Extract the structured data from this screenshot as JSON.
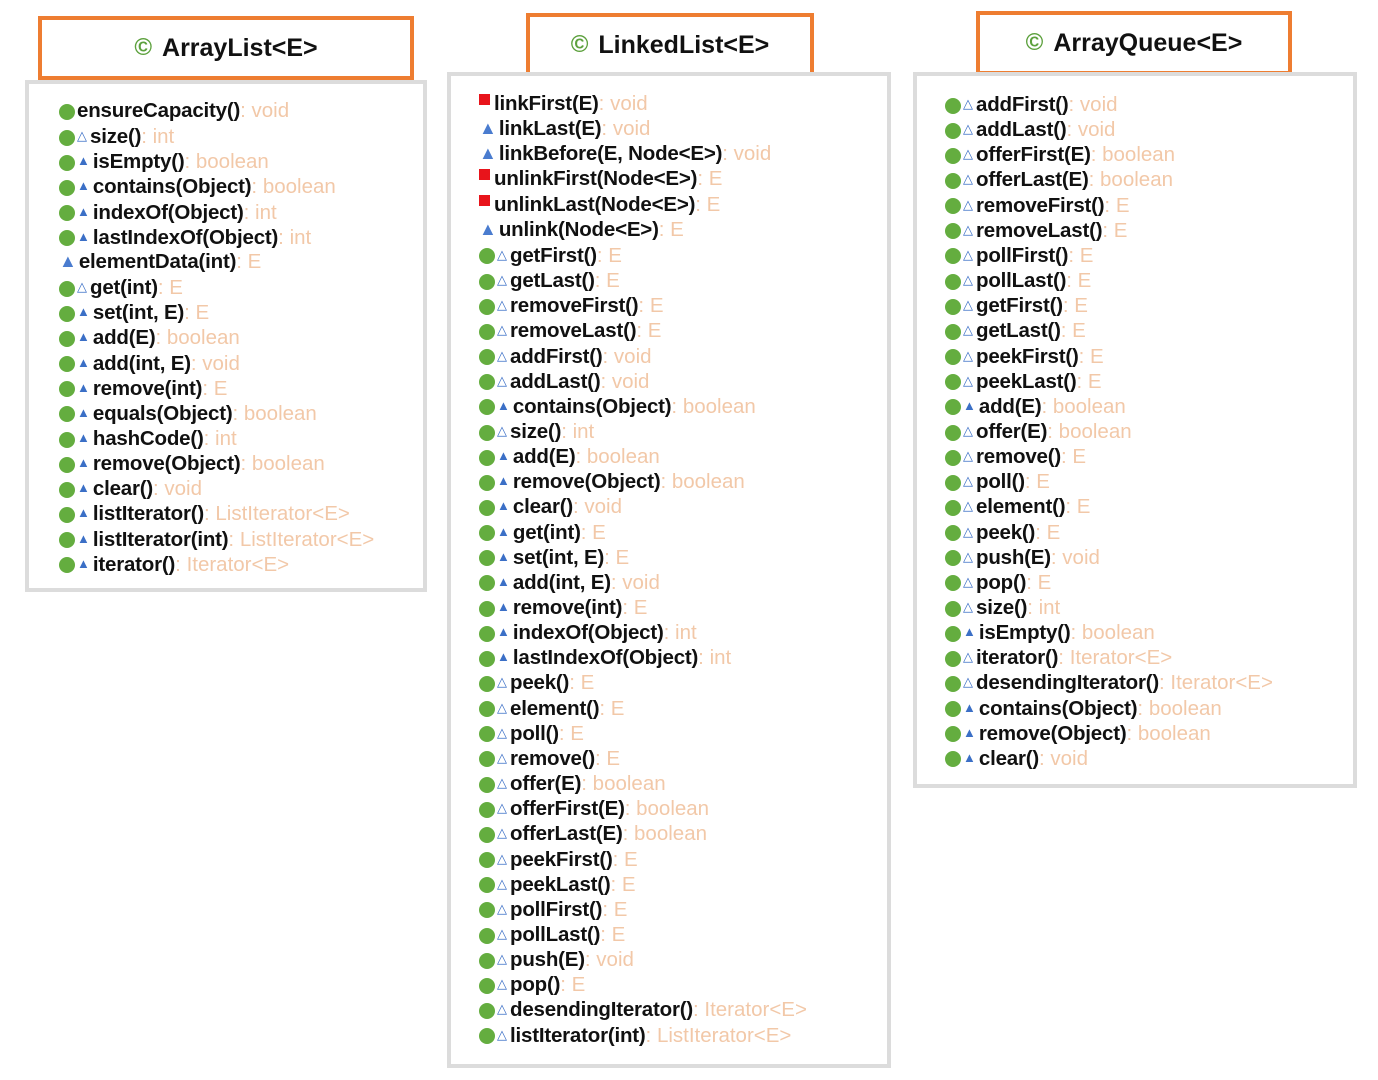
{
  "classes": [
    {
      "name": "ArrayList<E>",
      "icon": "class-c-icon",
      "members": [
        {
          "marks": [
            "dot"
          ],
          "sig": "ensureCapacity()",
          "ret": "void"
        },
        {
          "marks": [
            "dot",
            "prot"
          ],
          "sig": "size()",
          "ret": "int"
        },
        {
          "marks": [
            "dot",
            "pub"
          ],
          "sig": "isEmpty()",
          "ret": "boolean"
        },
        {
          "marks": [
            "dot",
            "pub"
          ],
          "sig": "contains(Object)",
          "ret": "boolean"
        },
        {
          "marks": [
            "dot",
            "pub"
          ],
          "sig": "indexOf(Object)",
          "ret": "int"
        },
        {
          "marks": [
            "dot",
            "pub"
          ],
          "sig": "lastIndexOf(Object)",
          "ret": "int"
        },
        {
          "marks": [
            "pubbig"
          ],
          "sig": "elementData(int)",
          "ret": "E"
        },
        {
          "marks": [
            "dot",
            "prot"
          ],
          "sig": "get(int)",
          "ret": "E"
        },
        {
          "marks": [
            "dot",
            "pub"
          ],
          "sig": "set(int, E)",
          "ret": "E"
        },
        {
          "marks": [
            "dot",
            "pub"
          ],
          "sig": "add(E)",
          "ret": "boolean"
        },
        {
          "marks": [
            "dot",
            "pub"
          ],
          "sig": "add(int, E)",
          "ret": "void"
        },
        {
          "marks": [
            "dot",
            "pub"
          ],
          "sig": "remove(int)",
          "ret": "E"
        },
        {
          "marks": [
            "dot",
            "pub"
          ],
          "sig": "equals(Object)",
          "ret": "boolean"
        },
        {
          "marks": [
            "dot",
            "pub"
          ],
          "sig": "hashCode()",
          "ret": "int"
        },
        {
          "marks": [
            "dot",
            "pub"
          ],
          "sig": "remove(Object)",
          "ret": "boolean"
        },
        {
          "marks": [
            "dot",
            "pub"
          ],
          "sig": "clear()",
          "ret": "void"
        },
        {
          "marks": [
            "dot",
            "pub"
          ],
          "sig": "listIterator()",
          "ret": "ListIterator<E>"
        },
        {
          "marks": [
            "dot",
            "pub"
          ],
          "sig": "listIterator(int)",
          "ret": "ListIterator<E>"
        },
        {
          "marks": [
            "dot",
            "pub"
          ],
          "sig": "iterator()",
          "ret": "Iterator<E>"
        }
      ]
    },
    {
      "name": "LinkedList<E>",
      "icon": "class-c-icon",
      "members": [
        {
          "marks": [
            "sq"
          ],
          "sig": "linkFirst(E)",
          "ret": "void"
        },
        {
          "marks": [
            "pubbig"
          ],
          "sig": "linkLast(E)",
          "ret": "void"
        },
        {
          "marks": [
            "pubbig"
          ],
          "sig": "linkBefore(E, Node<E>)",
          "ret": "void"
        },
        {
          "marks": [
            "sq"
          ],
          "sig": "unlinkFirst(Node<E>)",
          "ret": "E"
        },
        {
          "marks": [
            "sq"
          ],
          "sig": "unlinkLast(Node<E>)",
          "ret": "E"
        },
        {
          "marks": [
            "pubbig"
          ],
          "sig": "unlink(Node<E>)",
          "ret": "E"
        },
        {
          "marks": [
            "dot",
            "prot"
          ],
          "sig": "getFirst()",
          "ret": "E"
        },
        {
          "marks": [
            "dot",
            "prot"
          ],
          "sig": "getLast()",
          "ret": "E"
        },
        {
          "marks": [
            "dot",
            "prot"
          ],
          "sig": "removeFirst()",
          "ret": "E"
        },
        {
          "marks": [
            "dot",
            "prot"
          ],
          "sig": "removeLast()",
          "ret": "E"
        },
        {
          "marks": [
            "dot",
            "prot"
          ],
          "sig": "addFirst()",
          "ret": "void"
        },
        {
          "marks": [
            "dot",
            "prot"
          ],
          "sig": "addLast()",
          "ret": "void"
        },
        {
          "marks": [
            "dot",
            "pub"
          ],
          "sig": "contains(Object)",
          "ret": "boolean"
        },
        {
          "marks": [
            "dot",
            "prot"
          ],
          "sig": "size()",
          "ret": "int"
        },
        {
          "marks": [
            "dot",
            "pub"
          ],
          "sig": "add(E)",
          "ret": "boolean"
        },
        {
          "marks": [
            "dot",
            "pub"
          ],
          "sig": "remove(Object)",
          "ret": "boolean"
        },
        {
          "marks": [
            "dot",
            "pub"
          ],
          "sig": "clear()",
          "ret": "void"
        },
        {
          "marks": [
            "dot",
            "pub"
          ],
          "sig": "get(int)",
          "ret": "E"
        },
        {
          "marks": [
            "dot",
            "pub"
          ],
          "sig": "set(int, E)",
          "ret": "E"
        },
        {
          "marks": [
            "dot",
            "pub"
          ],
          "sig": "add(int, E)",
          "ret": "void"
        },
        {
          "marks": [
            "dot",
            "pub"
          ],
          "sig": "remove(int)",
          "ret": "E"
        },
        {
          "marks": [
            "dot",
            "pub"
          ],
          "sig": "indexOf(Object)",
          "ret": "int"
        },
        {
          "marks": [
            "dot",
            "pub"
          ],
          "sig": "lastIndexOf(Object)",
          "ret": "int"
        },
        {
          "marks": [
            "dot",
            "prot"
          ],
          "sig": "peek()",
          "ret": "E"
        },
        {
          "marks": [
            "dot",
            "prot"
          ],
          "sig": "element()",
          "ret": "E"
        },
        {
          "marks": [
            "dot",
            "prot"
          ],
          "sig": "poll()",
          "ret": "E"
        },
        {
          "marks": [
            "dot",
            "prot"
          ],
          "sig": "remove()",
          "ret": "E"
        },
        {
          "marks": [
            "dot",
            "prot"
          ],
          "sig": "offer(E)",
          "ret": "boolean"
        },
        {
          "marks": [
            "dot",
            "prot"
          ],
          "sig": "offerFirst(E)",
          "ret": "boolean"
        },
        {
          "marks": [
            "dot",
            "prot"
          ],
          "sig": "offerLast(E)",
          "ret": "boolean"
        },
        {
          "marks": [
            "dot",
            "prot"
          ],
          "sig": "peekFirst()",
          "ret": "E"
        },
        {
          "marks": [
            "dot",
            "prot"
          ],
          "sig": "peekLast()",
          "ret": "E"
        },
        {
          "marks": [
            "dot",
            "prot"
          ],
          "sig": "pollFirst()",
          "ret": "E"
        },
        {
          "marks": [
            "dot",
            "prot"
          ],
          "sig": "pollLast()",
          "ret": "E"
        },
        {
          "marks": [
            "dot",
            "prot"
          ],
          "sig": "push(E)",
          "ret": "void"
        },
        {
          "marks": [
            "dot",
            "prot"
          ],
          "sig": "pop()",
          "ret": "E"
        },
        {
          "marks": [
            "dot",
            "prot"
          ],
          "sig": "desendingIterator()",
          "ret": "Iterator<E>"
        },
        {
          "marks": [
            "dot",
            "prot"
          ],
          "sig": "listIterator(int)",
          "ret": "ListIterator<E>"
        }
      ]
    },
    {
      "name": "ArrayQueue<E>",
      "icon": "class-c-icon",
      "members": [
        {
          "marks": [
            "dot",
            "prot"
          ],
          "sig": "addFirst()",
          "ret": "void"
        },
        {
          "marks": [
            "dot",
            "prot"
          ],
          "sig": "addLast()",
          "ret": "void"
        },
        {
          "marks": [
            "dot",
            "prot"
          ],
          "sig": "offerFirst(E)",
          "ret": "boolean"
        },
        {
          "marks": [
            "dot",
            "prot"
          ],
          "sig": "offerLast(E)",
          "ret": "boolean"
        },
        {
          "marks": [
            "dot",
            "prot"
          ],
          "sig": "removeFirst()",
          "ret": "E"
        },
        {
          "marks": [
            "dot",
            "prot"
          ],
          "sig": "removeLast()",
          "ret": "E"
        },
        {
          "marks": [
            "dot",
            "prot"
          ],
          "sig": "pollFirst()",
          "ret": "E"
        },
        {
          "marks": [
            "dot",
            "prot"
          ],
          "sig": "pollLast()",
          "ret": "E"
        },
        {
          "marks": [
            "dot",
            "prot"
          ],
          "sig": "getFirst()",
          "ret": "E"
        },
        {
          "marks": [
            "dot",
            "prot"
          ],
          "sig": "getLast()",
          "ret": "E"
        },
        {
          "marks": [
            "dot",
            "prot"
          ],
          "sig": "peekFirst()",
          "ret": "E"
        },
        {
          "marks": [
            "dot",
            "prot"
          ],
          "sig": "peekLast()",
          "ret": "E"
        },
        {
          "marks": [
            "dot",
            "pub"
          ],
          "sig": "add(E)",
          "ret": "boolean"
        },
        {
          "marks": [
            "dot",
            "prot"
          ],
          "sig": "offer(E)",
          "ret": "boolean"
        },
        {
          "marks": [
            "dot",
            "prot"
          ],
          "sig": "remove()",
          "ret": "E"
        },
        {
          "marks": [
            "dot",
            "prot"
          ],
          "sig": "poll()",
          "ret": "E"
        },
        {
          "marks": [
            "dot",
            "prot"
          ],
          "sig": "element()",
          "ret": "E"
        },
        {
          "marks": [
            "dot",
            "prot"
          ],
          "sig": "peek()",
          "ret": "E"
        },
        {
          "marks": [
            "dot",
            "prot"
          ],
          "sig": "push(E)",
          "ret": "void"
        },
        {
          "marks": [
            "dot",
            "prot"
          ],
          "sig": "pop()",
          "ret": "E"
        },
        {
          "marks": [
            "dot",
            "prot"
          ],
          "sig": "size()",
          "ret": "int"
        },
        {
          "marks": [
            "dot",
            "pub"
          ],
          "sig": "isEmpty()",
          "ret": "boolean"
        },
        {
          "marks": [
            "dot",
            "prot"
          ],
          "sig": "iterator()",
          "ret": "Iterator<E>"
        },
        {
          "marks": [
            "dot",
            "prot"
          ],
          "sig": "desendingIterator()",
          "ret": "Iterator<E>"
        },
        {
          "marks": [
            "dot",
            "pub"
          ],
          "sig": "contains(Object)",
          "ret": "boolean"
        },
        {
          "marks": [
            "dot",
            "pub"
          ],
          "sig": "remove(Object)",
          "ret": "boolean"
        },
        {
          "marks": [
            "dot",
            "pub"
          ],
          "sig": "clear()",
          "ret": "void"
        }
      ]
    }
  ],
  "colors": {
    "title_border": "#ee7d31",
    "list_border": "#dcdcdc",
    "dot_green": "#64ad3f",
    "visibility_blue": "#3b6fc6",
    "private_red": "#e8141b",
    "return_type": "#f2c8a8"
  }
}
